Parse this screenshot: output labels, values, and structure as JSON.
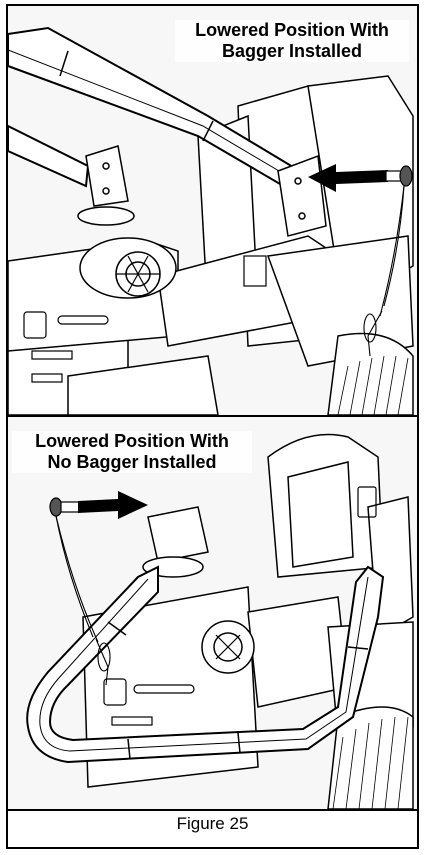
{
  "figure": {
    "label": "Figure 25"
  },
  "panels": [
    {
      "title_line1": "Lowered Position With",
      "title_line2": "Bagger Installed"
    },
    {
      "title_line1": "Lowered Position With",
      "title_line2": "No Bagger Installed"
    }
  ],
  "colors": {
    "frame": "#000000",
    "tube_fill": "#ffffff",
    "arrow": "#000000",
    "background": "#f7f7f7"
  }
}
